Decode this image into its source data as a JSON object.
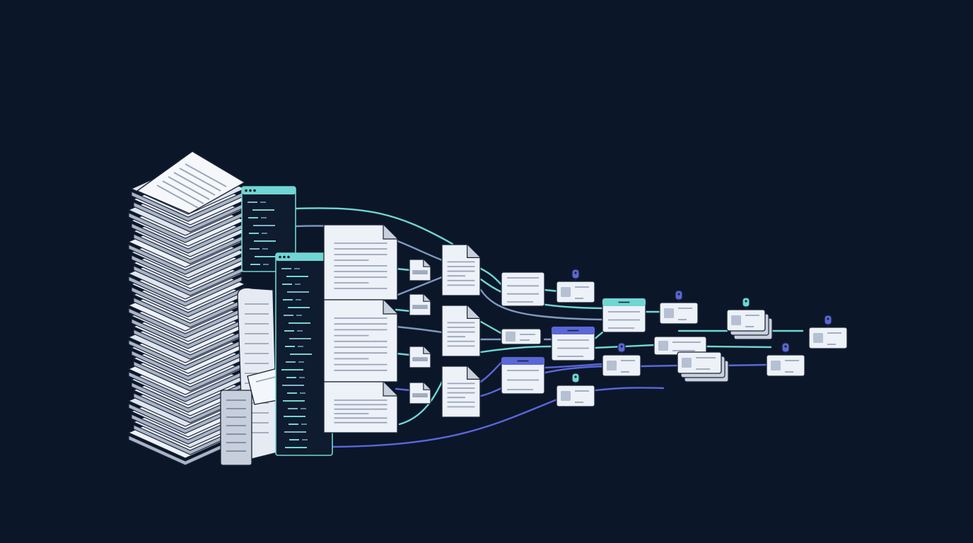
{
  "colors": {
    "background": "#0b1629",
    "paper": "#edf1f8",
    "paper_shadow": "#a9b4c6",
    "paper_line": "#9aa6ba",
    "outline": "#1a2336",
    "teal": "#6fd6d3",
    "indigo": "#5a67d8",
    "steel": "#7f98bd",
    "terminal": "#0f1b2e"
  },
  "stages": [
    {
      "name": "paper-stack",
      "icon": "stacked-papers"
    },
    {
      "name": "code-windows",
      "icon": "terminal-window",
      "count": 2
    },
    {
      "name": "large-documents",
      "icon": "document-page",
      "count": 3
    },
    {
      "name": "small-chunks",
      "icon": "document-page",
      "count": 4
    },
    {
      "name": "medium-documents",
      "icon": "document-page",
      "count": 3
    },
    {
      "name": "cards",
      "icon": "info-card"
    },
    {
      "name": "pinned-tags",
      "icon": "pin-tag"
    }
  ]
}
